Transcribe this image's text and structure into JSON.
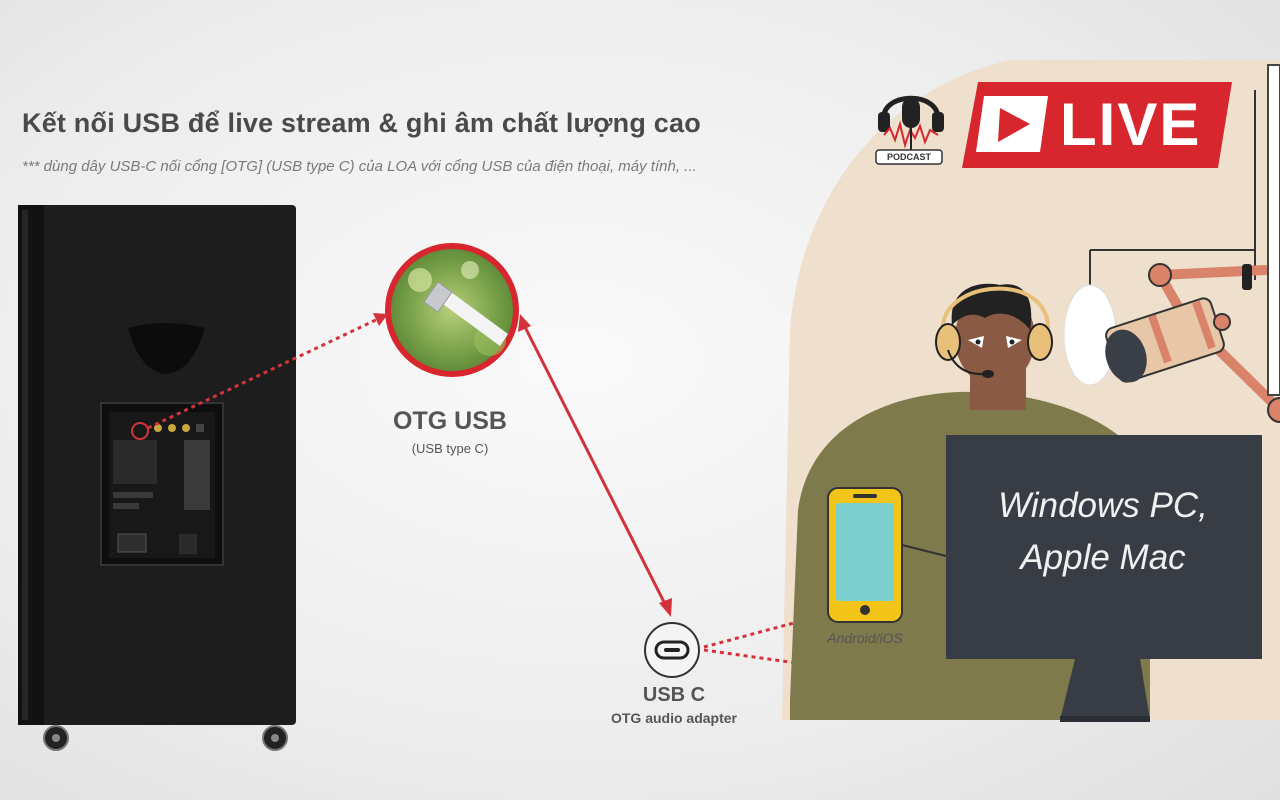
{
  "heading": {
    "title": "Kết nối USB để live stream & ghi âm chất lượng cao",
    "subtitle": "*** dùng dây USB-C nối cổng [OTG] (USB type C) của LOA với cổng USB của điện thoại, máy tính, ..."
  },
  "otg_port": {
    "label": "OTG USB",
    "sublabel": "(USB type C)"
  },
  "usb_c": {
    "label": "USB C",
    "sublabel": "OTG audio adapter"
  },
  "devices": {
    "monitor_line1": "Windows PC,",
    "monitor_line2": "Apple Mac",
    "phone_label": "Android/iOS"
  },
  "badges": {
    "live": "LIVE",
    "podcast": "PODCAST"
  },
  "colors": {
    "accent_red": "#d7262e",
    "arrow_red": "#d2333b",
    "monitor": "#383d45",
    "phone_frame": "#f2c418",
    "phone_screen": "#7ccfcf",
    "skin": "#8a5a44",
    "sweater": "#7f7a4c",
    "backdrop": "#efdfcd"
  },
  "icons": [
    "play-icon",
    "microphone-icon",
    "usb-c-icon",
    "headphones-icon"
  ]
}
